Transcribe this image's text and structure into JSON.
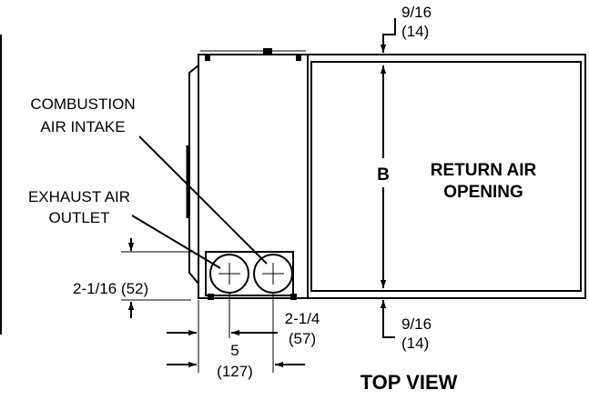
{
  "labels": {
    "combustion_line1": "COMBUSTION",
    "combustion_line2": "AIR INTAKE",
    "exhaust_line1": "EXHAUST AIR",
    "exhaust_line2": "OUTLET",
    "return_line1": "RETURN AIR",
    "return_line2": "OPENING",
    "dim_b": "B",
    "view_title": "TOP VIEW"
  },
  "dimensions": {
    "top_clear_frac": "9/16",
    "top_clear_mm": "(14)",
    "bottom_clear_frac": "9/16",
    "bottom_clear_mm": "(14)",
    "pipe_offset": "2-1/16 (52)",
    "pipe_spacing_in": "2-1/4",
    "pipe_spacing_mm": "(57)",
    "width_in": "5",
    "width_mm": "(127)"
  }
}
